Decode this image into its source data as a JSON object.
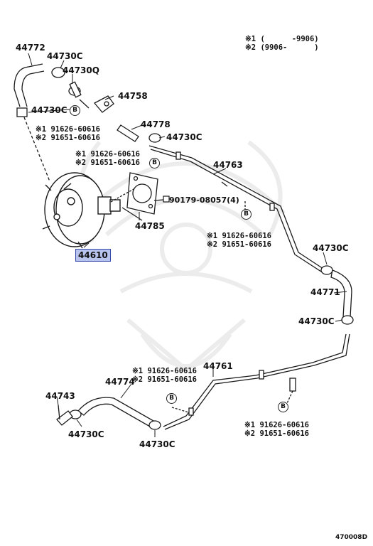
{
  "legend": {
    "line1": "※1 (      -9906)",
    "line2": "※2 (9906-      )"
  },
  "part_labels": {
    "p44772": "44772",
    "p44730c_a": "44730C",
    "p44730q": "44730Q",
    "p44758": "44758",
    "p44730c_b": "44730C",
    "p44778": "44778",
    "p44730c_c": "44730C",
    "p44763": "44763",
    "p44785": "44785",
    "p44610": "44610",
    "p90179": "90179-08057(4)",
    "p44730c_d": "44730C",
    "p44771": "44771",
    "p44730c_e": "44730C",
    "p44761": "44761",
    "p44743": "44743",
    "p44774": "44774",
    "p44730c_f": "44730C",
    "p44730c_g": "44730C"
  },
  "clip_notes": [
    {
      "line1": "※1 91626-60616",
      "line2": "※2 91651-60616"
    },
    {
      "line1": "※1 91626-60616",
      "line2": "※2 91651-60616"
    },
    {
      "line1": "※1 91626-60616",
      "line2": "※2 91651-60616"
    },
    {
      "line1": "※1 91626-60616",
      "line2": "※2 91651-60616"
    },
    {
      "line1": "※1 91626-60616",
      "line2": "※2 91651-60616"
    }
  ],
  "clip_marker": "B",
  "diagram_code": "470008D",
  "colors": {
    "line": "#1a1a1a",
    "highlight_fill": "#b9c4ee",
    "highlight_border": "#3446a8",
    "watermark": "#ececec"
  }
}
